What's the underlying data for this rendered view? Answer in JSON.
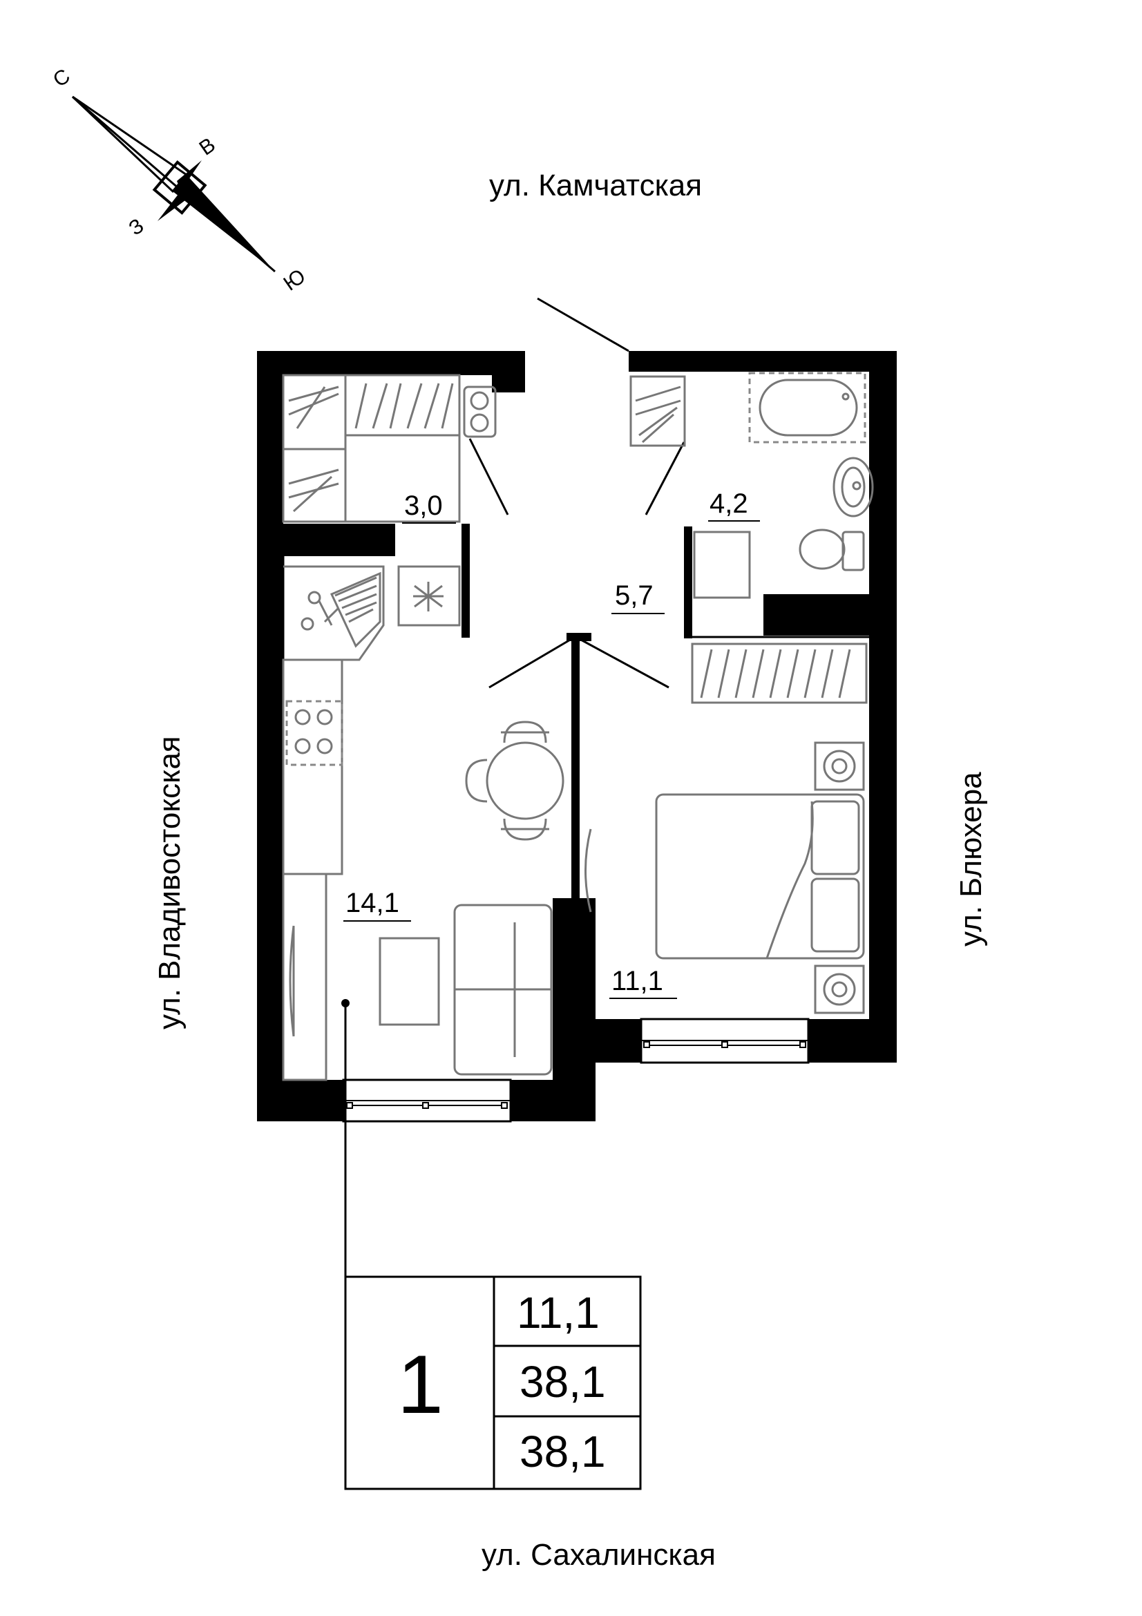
{
  "streets": {
    "north": "ул. Камчатская",
    "west": "ул. Владивостокская",
    "east": "ул. Блюхера",
    "south": "ул. Сахалинская"
  },
  "compass": {
    "north": "С",
    "south": "Ю",
    "east": "В",
    "west": "З"
  },
  "rooms": {
    "hall_storage": "3,0",
    "bathroom": "4,2",
    "corridor": "5,7",
    "kitchen_living": "14,1",
    "bedroom": "11,1"
  },
  "summary": {
    "room_count": "1",
    "living_area": "11,1",
    "total_area": "38,1",
    "total_area_with_balcony": "38,1"
  },
  "colors": {
    "walls": "#000000",
    "fixtures": "#777777",
    "background": "#ffffff"
  }
}
